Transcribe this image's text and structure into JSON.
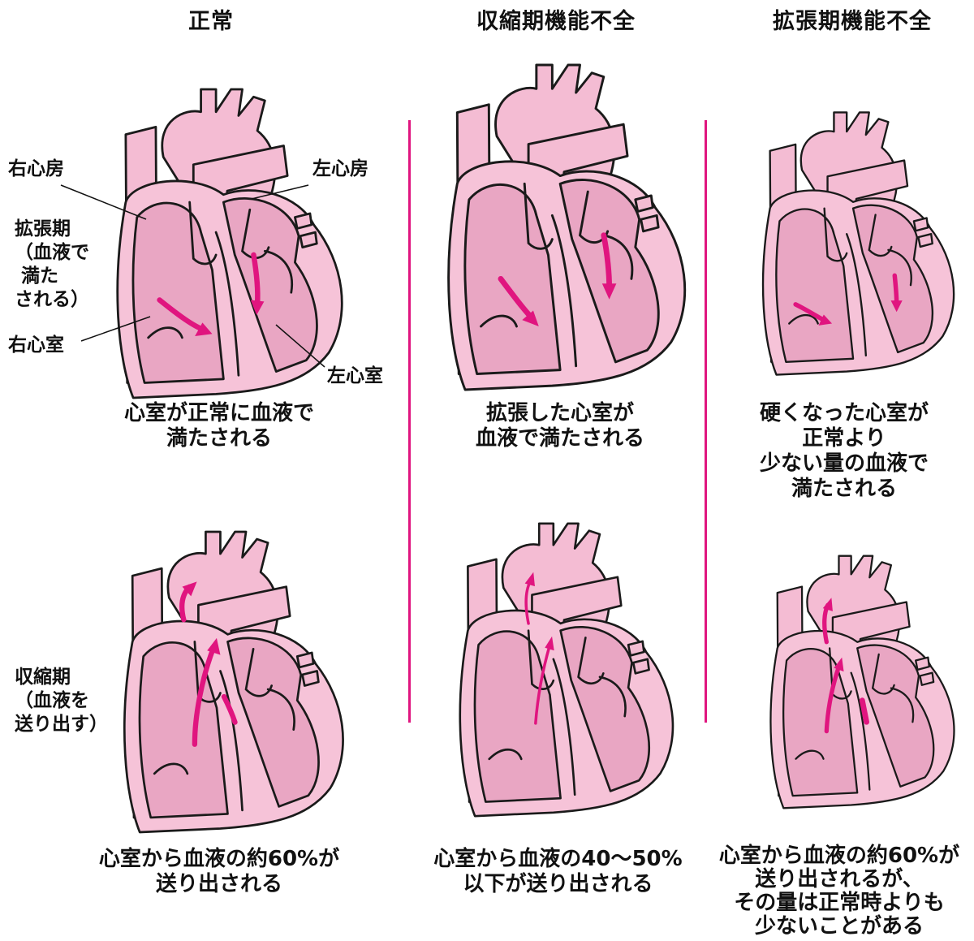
{
  "columns": [
    {
      "title": "正常"
    },
    {
      "title": "収縮期機能不全"
    },
    {
      "title": "拡張期機能不全"
    }
  ],
  "labels": {
    "right_atrium": "右心房",
    "left_atrium": "左心房",
    "right_ventricle": "右心室",
    "left_ventricle": "左心室",
    "diastole": [
      "拡張期",
      "（血液で",
      "満た",
      "される）"
    ],
    "systole": [
      "収縮期",
      "（血液を",
      "送り出す）"
    ]
  },
  "captions": {
    "normal_diastole": [
      "心室が正常に血液で",
      "満たされる"
    ],
    "systolic_diastole": [
      "拡張した心室が",
      "血液で満たされる"
    ],
    "diastolic_diastole": [
      "硬くなった心室が",
      "正常より",
      "少ない量の血液で",
      "満たされる"
    ],
    "normal_systole": [
      "心室から血液の約60%が",
      "送り出される"
    ],
    "systolic_systole": [
      "心室から血液の40〜50%",
      "以下が送り出される"
    ],
    "diastolic_systole": [
      "心室から血液の約60%が",
      "送り出されるが、",
      "その量は正常時よりも",
      "少ないことがある"
    ]
  },
  "colors": {
    "accent": "#e0157f",
    "heart_outer": "#f6c3d8",
    "heart_inner": "#e9a6c3"
  }
}
